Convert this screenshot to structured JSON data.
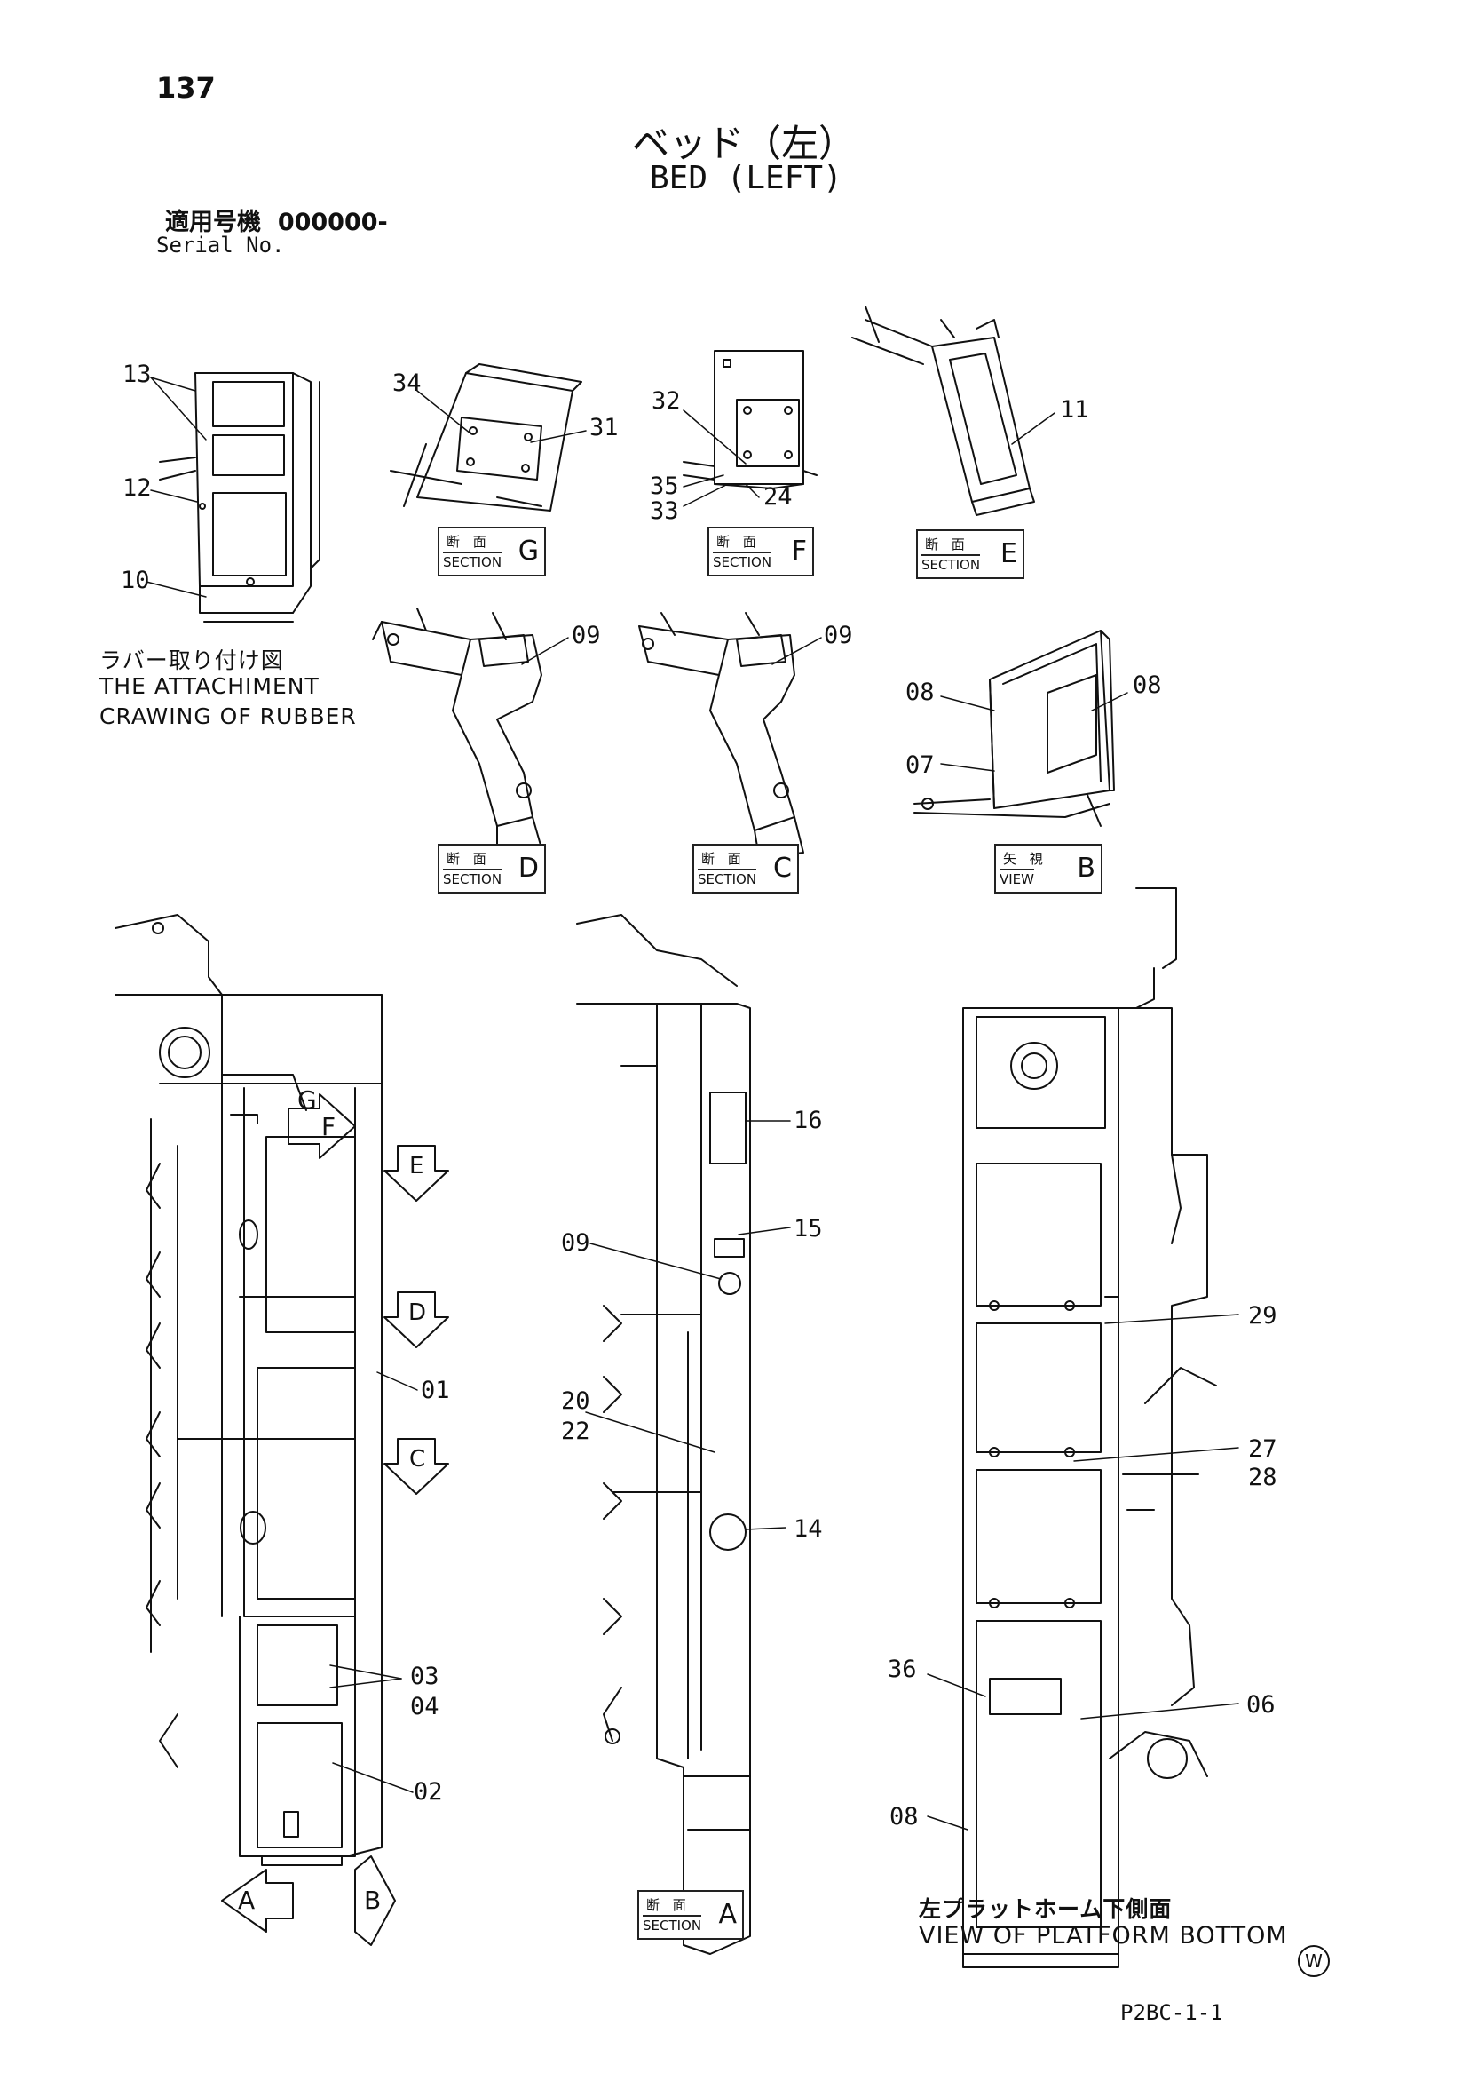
{
  "page": {
    "number": "137",
    "title_jp": "ベッド（左）",
    "title_en": "BED (LEFT)",
    "serial_label_jp": "適用号機",
    "serial_value": "000000-",
    "serial_label_en": "Serial No.",
    "footer_code": "P2BC-1-1",
    "watermark_symbol": "W"
  },
  "captions": {
    "rubber_jp": "ラバー取り付け図",
    "rubber_en_1": "THE ATTACHIMENT",
    "rubber_en_2": "CRAWING OF RUBBER",
    "platform_jp": "左プラットホーム下側面",
    "platform_en": "VIEW OF PLATFORM BOTTOM"
  },
  "section_words": {
    "section_kanji": "断 面",
    "section_en": "SECTION",
    "view_kanji": "矢 視",
    "view_en": "VIEW"
  },
  "sections": [
    {
      "letter": "G",
      "kind": "section"
    },
    {
      "letter": "F",
      "kind": "section"
    },
    {
      "letter": "E",
      "kind": "section"
    },
    {
      "letter": "D",
      "kind": "section"
    },
    {
      "letter": "C",
      "kind": "section"
    },
    {
      "letter": "B",
      "kind": "view"
    },
    {
      "letter": "A",
      "kind": "section"
    }
  ],
  "arrow_letters": [
    "E",
    "D",
    "C",
    "G",
    "F",
    "A",
    "B"
  ],
  "part_labels": {
    "p13": "13",
    "p12": "12",
    "p10": "10",
    "p34": "34",
    "p31": "31",
    "p32": "32",
    "p35": "35",
    "p33": "33",
    "p24": "24",
    "p11": "11",
    "p09a": "09",
    "p09b": "09",
    "p08a": "08",
    "p08b": "08",
    "p07": "07",
    "p16": "16",
    "p15": "15",
    "p09c": "09",
    "p01": "01",
    "p20": "20",
    "p22": "22",
    "p14": "14",
    "p29": "29",
    "p27": "27",
    "p28": "28",
    "p03": "03",
    "p04": "04",
    "p02": "02",
    "p36": "36",
    "p06": "06",
    "p08c": "08"
  },
  "colors": {
    "ink": "#111111",
    "paper": "#ffffff"
  }
}
